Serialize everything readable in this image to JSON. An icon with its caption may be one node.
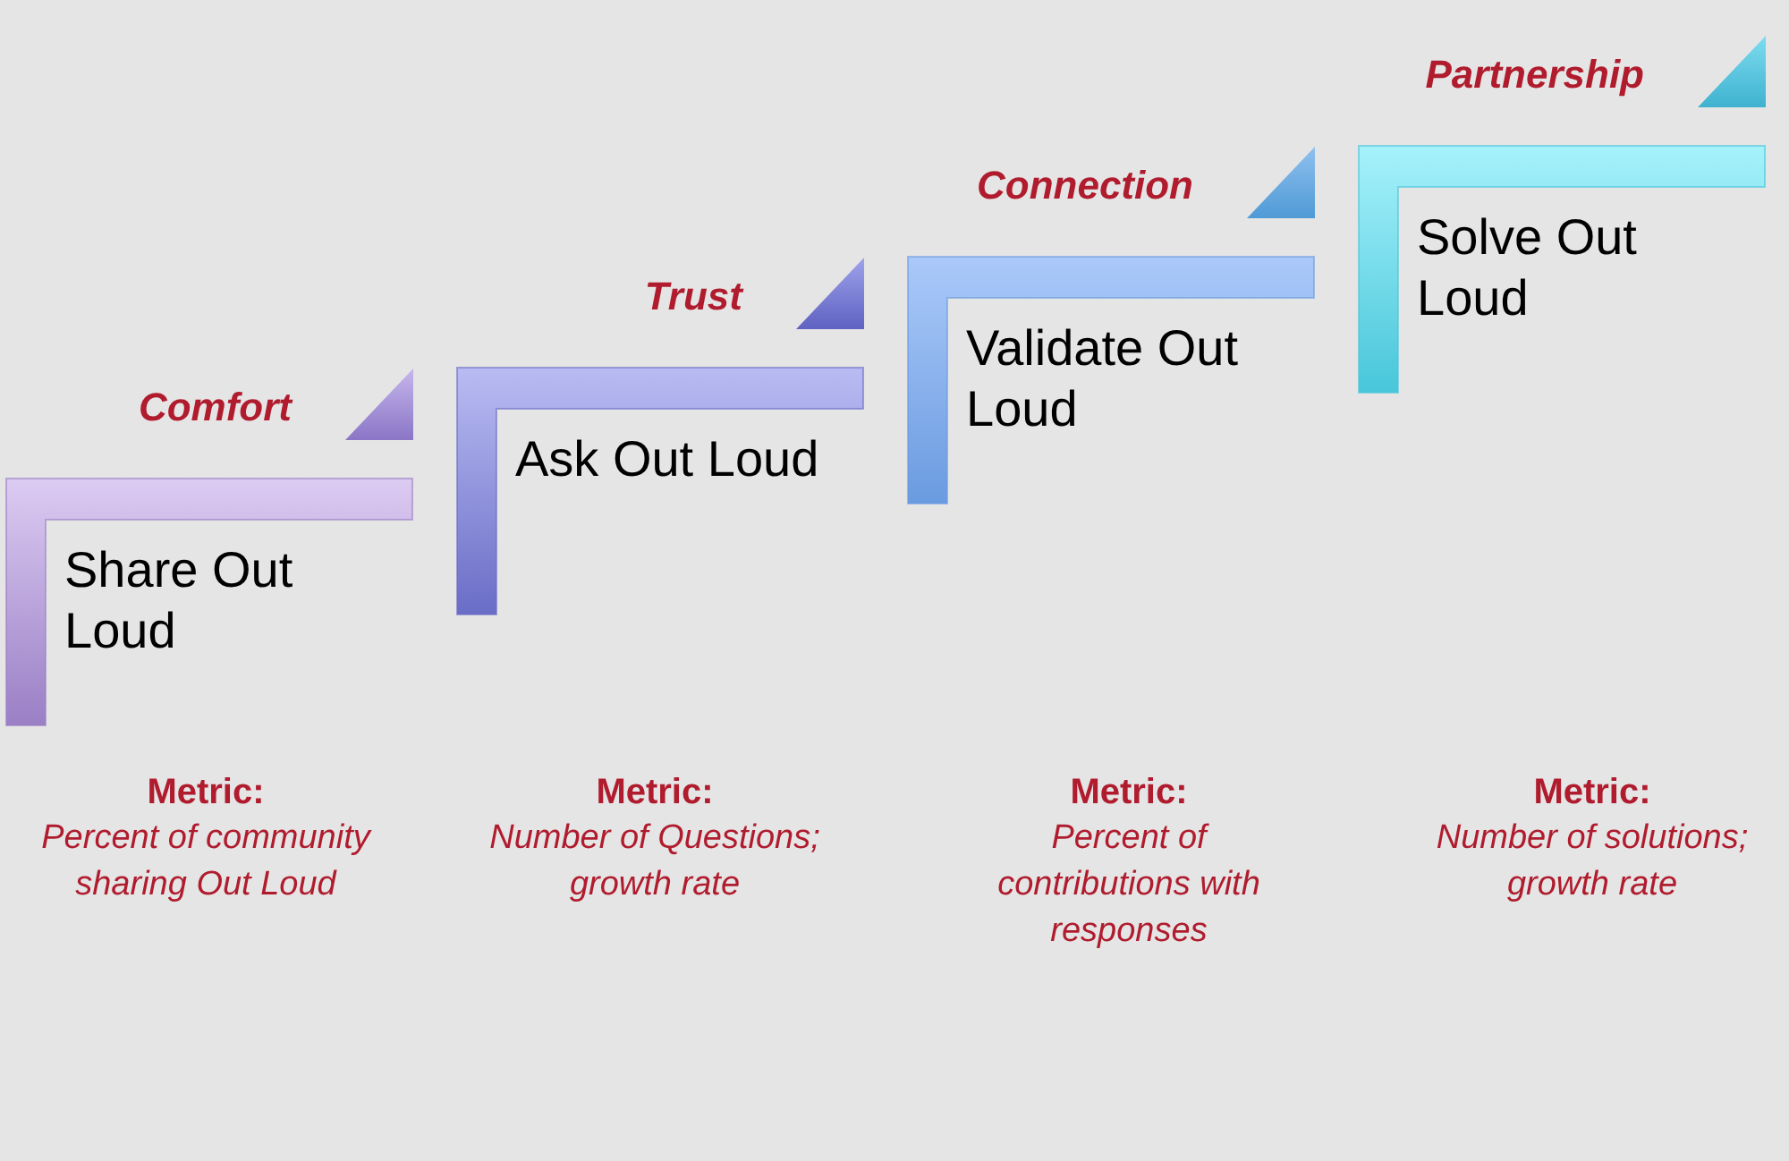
{
  "diagram": {
    "nodes": [
      {
        "text": [
          "Comfort",
          "Share Out Loud"
        ],
        "beside": [
          "Metric:",
          "Percent of community sharing Out Loud"
        ]
      },
      {
        "text": [
          "Trust",
          "Ask Out Loud"
        ],
        "beside": [
          "Metric:",
          "Number of Questions; growth rate"
        ]
      },
      {
        "text": [
          "Connection",
          "Validate Out Loud"
        ],
        "beside": [
          "Metric:",
          "Percent of contributions with responses"
        ]
      },
      {
        "text": [
          "Partnership",
          "Solve Out Loud"
        ],
        "beside": [
          "Metric:",
          "Number of solutions; growth rate"
        ]
      }
    ]
  }
}
